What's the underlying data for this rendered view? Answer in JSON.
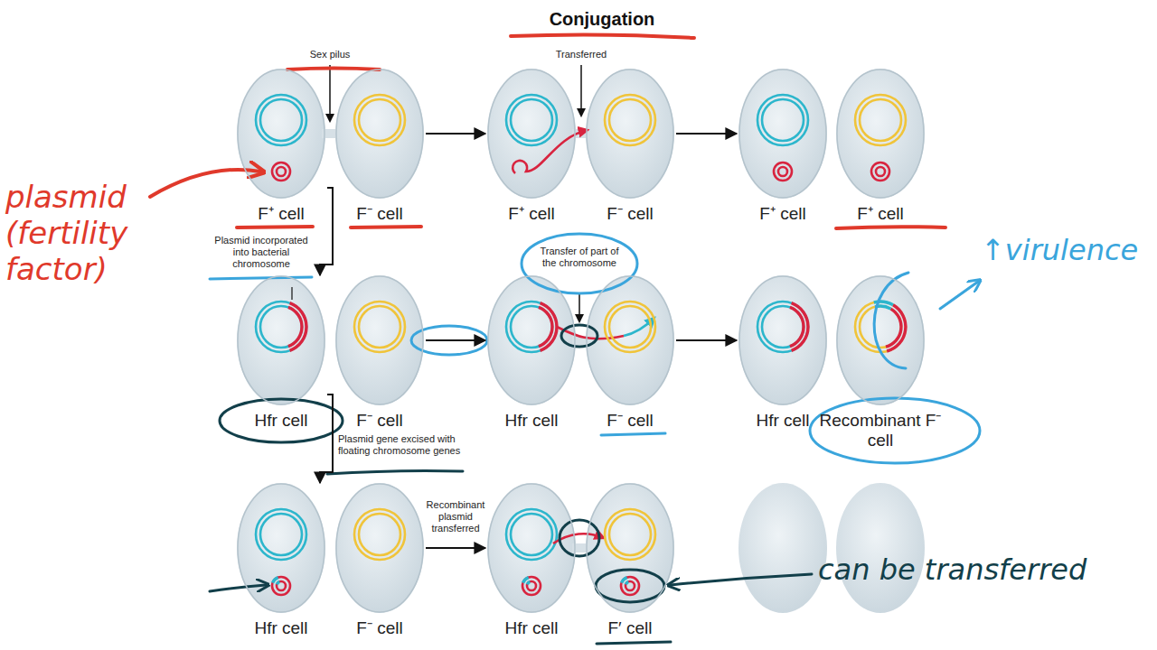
{
  "diagram": {
    "title": "Conjugation",
    "nodes": [
      {
        "text": [
          "F⁺ cell"
        ]
      },
      {
        "text": [
          "F⁻ cell"
        ]
      },
      {
        "text": [
          "F⁺ cell"
        ]
      },
      {
        "text": [
          "F⁻ cell"
        ]
      },
      {
        "text": [
          "F⁺ cell"
        ]
      },
      {
        "text": [
          "F⁺ cell"
        ]
      },
      {
        "text": [
          "Hfr cell"
        ]
      },
      {
        "text": [
          "F⁻ cell"
        ]
      },
      {
        "text": [
          "Hfr cell"
        ]
      },
      {
        "text": [
          "F⁻ cell"
        ]
      },
      {
        "text": [
          "Hfr cell"
        ]
      },
      {
        "text": [
          "Recombinant F⁻ cell"
        ]
      },
      {
        "text": [
          "Hfr cell"
        ]
      },
      {
        "text": [
          "F⁻ cell"
        ]
      },
      {
        "text": [
          "Hfr cell"
        ]
      },
      {
        "text": [
          "F′ cell"
        ]
      }
    ],
    "edges": [
      {
        "from": 1,
        "to": 2,
        "arrow": "to"
      },
      {
        "from": 3,
        "to": 4,
        "arrow": "to"
      },
      {
        "from": 0,
        "to": 6,
        "label": "Plasmid incorporated into bacterial chromosome",
        "arrow": "to"
      },
      {
        "from": 7,
        "to": 8,
        "arrow": "to"
      },
      {
        "from": 9,
        "to": 10,
        "arrow": "to"
      },
      {
        "from": 6,
        "to": 12,
        "label": "Plasmid gene excised with floating chromosome genes",
        "arrow": "to"
      },
      {
        "from": 13,
        "to": 14,
        "label": "Recombinant plasmid transferred",
        "arrow": "to"
      }
    ],
    "labels": [
      "Sex pilus",
      "Transferred",
      "Transfer of part of the chromosome",
      "plasmid (fertility factor)",
      "↑virulence",
      "can be transferred"
    ]
  }
}
